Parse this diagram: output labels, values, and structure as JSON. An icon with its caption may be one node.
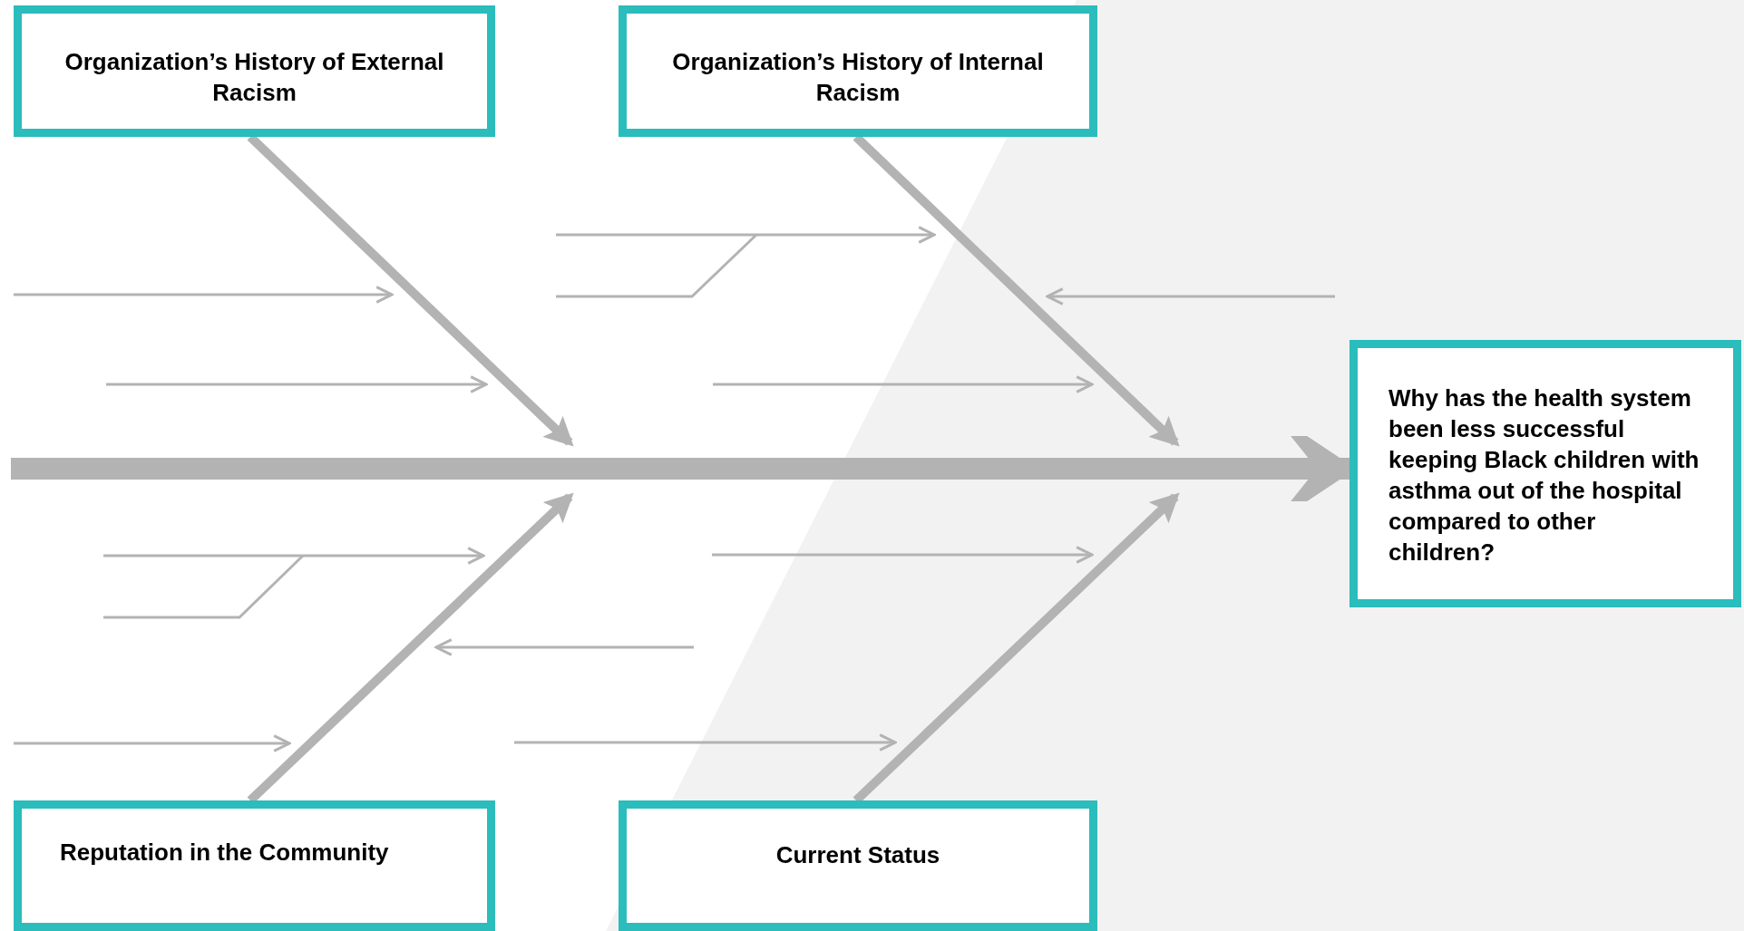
{
  "diagram": {
    "nodes": [
      {
        "text": [
          "Organization’s History of External Racism"
        ]
      },
      {
        "text": [
          "Organization’s History of Internal Racism"
        ]
      },
      {
        "text": [
          "Why has the health system been less successful keeping Black children with asthma out of the hospital compared to other children?"
        ]
      },
      {
        "text": [
          "Reputation in the Community"
        ]
      },
      {
        "text": [
          "Current Status"
        ]
      }
    ],
    "edges": [
      {
        "from": null,
        "to": 2,
        "arrow": "to",
        "style": "thick"
      },
      {
        "from": 0,
        "to": null,
        "arrow": "to"
      },
      {
        "from": 1,
        "to": null,
        "arrow": "to"
      },
      {
        "from": 3,
        "to": null,
        "arrow": "to"
      },
      {
        "from": 4,
        "to": null,
        "arrow": "to"
      }
    ]
  }
}
